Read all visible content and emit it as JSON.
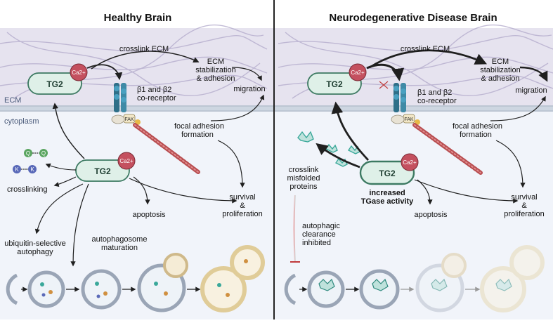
{
  "panels": {
    "left": {
      "title": "Healthy Brain",
      "layer_ecm": "ECM",
      "layer_cytoplasm": "cytoplasm",
      "tg2_ecm": "TG2",
      "tg2_cyto": "TG2",
      "ca": "Ca2+",
      "ca_cyto": "Ca2+",
      "crosslink_ecm": "crosslink ECM",
      "ecm_stab_1": "ECM",
      "ecm_stab_2": "stabilization",
      "ecm_stab_3": "& adhesion",
      "migration": "migration",
      "receptor_1": "β1 and β2",
      "receptor_2": "co-receptor",
      "fak": "FAK",
      "focal_1": "focal adhesion",
      "focal_2": "formation",
      "q1": "Q",
      "q2": "Q",
      "k1": "K",
      "k2": "K",
      "crosslinking": "crosslinking",
      "apoptosis": "apoptosis",
      "survival_1": "survival",
      "survival_2": "&",
      "survival_3": "proliferation",
      "ubiq_1": "ubiquitin-selective",
      "ubiq_2": "autophagy",
      "auto_1": "autophagosome",
      "auto_2": "maturation"
    },
    "right": {
      "title": "Neurodegenerative Disease Brain",
      "tg2_ecm": "TG2",
      "tg2_cyto": "TG2",
      "ca": "Ca2+",
      "ca_cyto": "Ca2+",
      "crosslink_ecm": "crosslink ECM",
      "ecm_stab_1": "ECM",
      "ecm_stab_2": "stabilization",
      "ecm_stab_3": "& adhesion",
      "migration": "migration",
      "receptor_1": "β1 and β2",
      "receptor_2": "co-receptor",
      "fak": "FAK",
      "focal_1": "focal adhesion",
      "focal_2": "formation",
      "misfold_1": "crosslink",
      "misfold_2": "misfolded",
      "misfold_3": "proteins",
      "increased_1": "increased",
      "increased_2": "TGase activity",
      "apoptosis": "apoptosis",
      "survival_1": "survival",
      "survival_2": "&",
      "survival_3": "proliferation",
      "inhib_1": "autophagic",
      "inhib_2": "clearance",
      "inhib_3": "inhibited"
    }
  },
  "colors": {
    "ecm_band": "#e4e1ee",
    "cytoplasm": "#f1f4fa",
    "membrane": "#c7d1dd",
    "tg2_fill": "#dff0e8",
    "tg2_stroke": "#3d7a62",
    "calcium": "#c4505f",
    "actin": "#c85a5c",
    "receptor": "#2f6f88",
    "inhibit": "#c0393b",
    "divider": "#222222"
  }
}
